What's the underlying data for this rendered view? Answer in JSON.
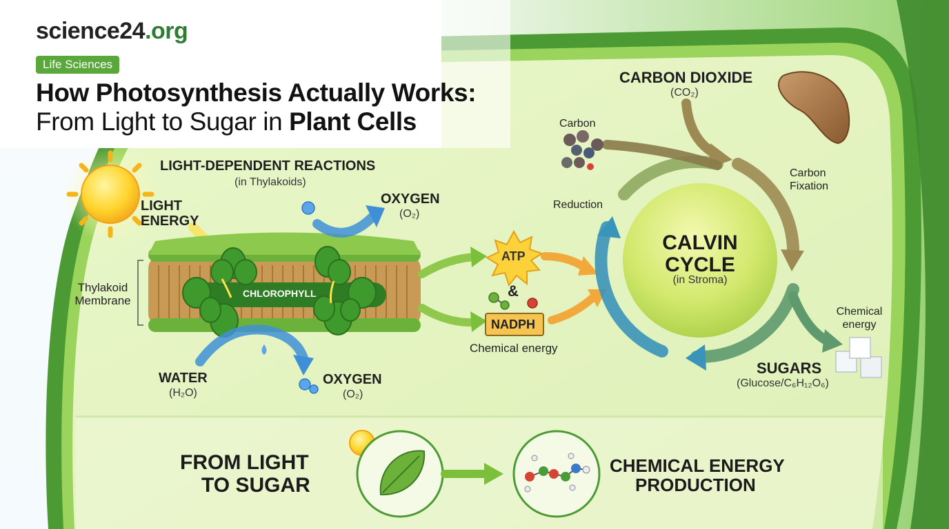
{
  "header": {
    "site_name": "science24",
    "site_tld": ".org",
    "category": "Life Sciences",
    "title_line1": "How Photosynthesis Actually Works:",
    "title_line2_plain": "From Light to Sugar in ",
    "title_line2_bold": "Plant Cells"
  },
  "light_reactions": {
    "title": "LIGHT-DEPENDENT REACTIONS",
    "subtitle": "(in Thylakoids)",
    "light_energy": "LIGHT ENERGY",
    "membrane_label_1": "Thylakoid",
    "membrane_label_2": "Membrane",
    "chlorophyll": "CHLOROPHYLL",
    "oxygen_top": "OXYGEN",
    "oxygen_top_formula": "(O₂)",
    "water": "WATER",
    "water_formula": "(H₂O)",
    "oxygen_bottom": "OXYGEN",
    "oxygen_bottom_formula": "(O₂)"
  },
  "energy_carriers": {
    "atp": "ATP",
    "and": "&",
    "nadph": "NADPH",
    "caption": "Chemical energy"
  },
  "calvin_cycle": {
    "co2_title": "CARBON DIOXIDE",
    "co2_formula": "(CO₂)",
    "carbon": "Carbon",
    "carbon_fixation_1": "Carbon",
    "carbon_fixation_2": "Fixation",
    "reduction": "Reduction",
    "title_1": "CALVIN",
    "title_2": "CYCLE",
    "subtitle": "(in Stroma)",
    "chemical_energy_1": "Chemical",
    "chemical_energy_2": "energy",
    "sugars": "SUGARS",
    "sugars_formula": "(Glucose/C₆H₁₂O₆)"
  },
  "footer": {
    "left_1": "FROM LIGHT",
    "left_2": "TO SUGAR",
    "right_1": "CHEMICAL ENERGY",
    "right_2": "PRODUCTION"
  },
  "colors": {
    "leaf_dark": "#3f8f2c",
    "leaf_light": "#8fcf4e",
    "badge": "#5aa83c",
    "arrow_blue": "#3f8fd6",
    "arrow_orange": "#f2a93b",
    "arrow_green": "#7cbf3a",
    "cycle_blue": "#3a93b8",
    "cycle_brown": "#8b7a4a"
  }
}
